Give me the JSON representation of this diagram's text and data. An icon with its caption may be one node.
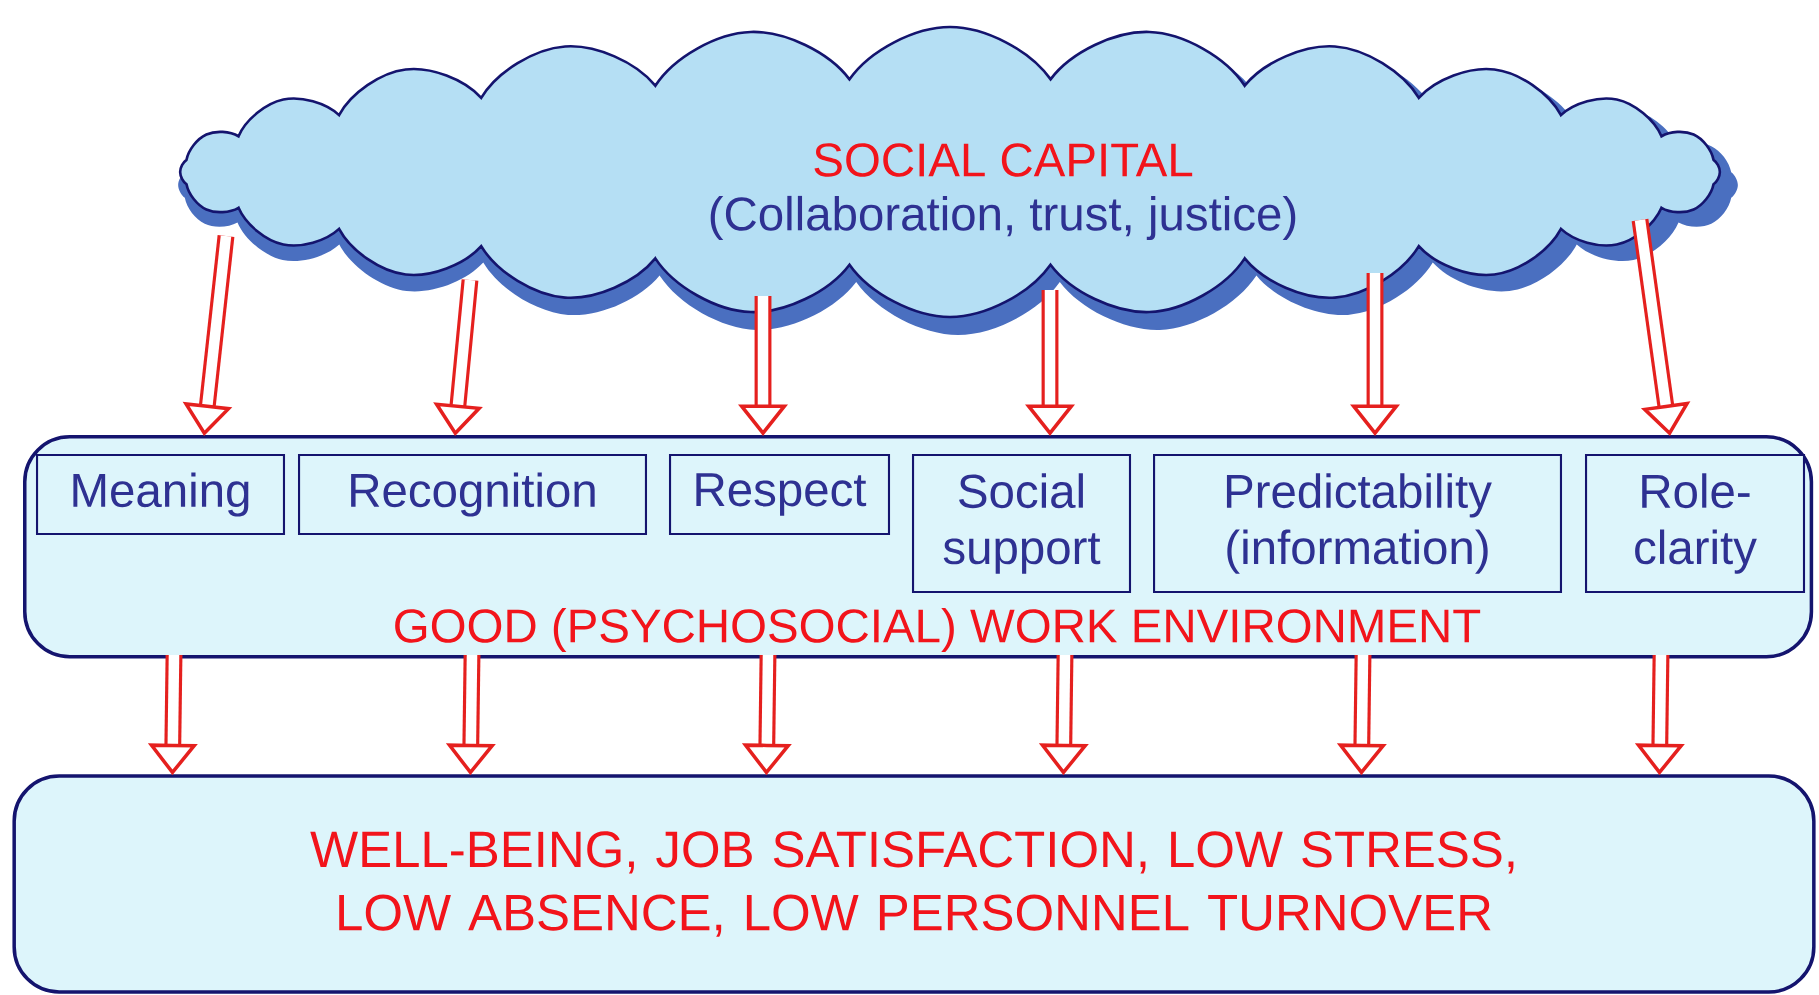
{
  "diagram": {
    "nodes": [
      {
        "text": [
          "SOCIAL CAPITAL",
          "(Collaboration, trust, justice)"
        ]
      },
      {
        "text": [
          "GOOD (PSYCHOSOCIAL) WORK ENVIRONMENT"
        ]
      },
      {
        "text": [
          "Meaning"
        ],
        "in": 1
      },
      {
        "text": [
          "Recognition"
        ],
        "in": 1
      },
      {
        "text": [
          "Respect"
        ],
        "in": 1
      },
      {
        "text": [
          "Social support"
        ],
        "in": 1
      },
      {
        "text": [
          "Predictability (information)"
        ],
        "in": 1
      },
      {
        "text": [
          "Role-clarity"
        ],
        "in": 1
      },
      {
        "text": [
          "WELL-BEING, JOB SATISFACTION, LOW STRESS, LOW ABSENCE, LOW PERSONNEL TURNOVER"
        ]
      }
    ],
    "edges": [
      {
        "from": 0,
        "to": 1,
        "arrow": "to"
      },
      {
        "from": 0,
        "to": 1,
        "arrow": "to"
      },
      {
        "from": 0,
        "to": 1,
        "arrow": "to"
      },
      {
        "from": 0,
        "to": 1,
        "arrow": "to"
      },
      {
        "from": 0,
        "to": 1,
        "arrow": "to"
      },
      {
        "from": 0,
        "to": 1,
        "arrow": "to"
      },
      {
        "from": 1,
        "to": 8,
        "arrow": "to"
      },
      {
        "from": 1,
        "to": 8,
        "arrow": "to"
      },
      {
        "from": 1,
        "to": 8,
        "arrow": "to"
      },
      {
        "from": 1,
        "to": 8,
        "arrow": "to"
      },
      {
        "from": 1,
        "to": 8,
        "arrow": "to"
      },
      {
        "from": 1,
        "to": 8,
        "arrow": "to"
      }
    ]
  }
}
